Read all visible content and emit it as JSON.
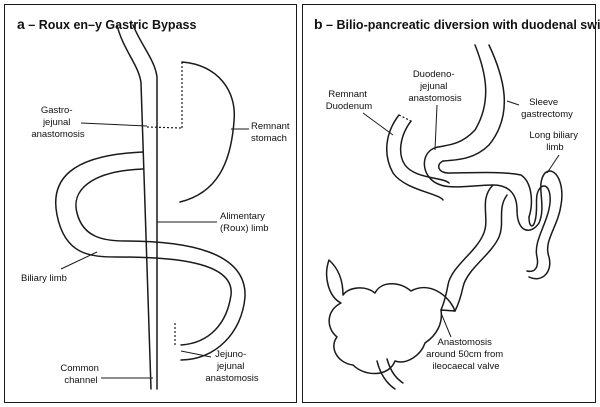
{
  "panels": [
    {
      "letter": "a",
      "title": "Roux en–y Gastric Bypass",
      "labels": {
        "gastrojejunal": [
          "Gastro-",
          "jejunal",
          "anastomosis"
        ],
        "remnant_stomach": [
          "Remnant",
          "stomach"
        ],
        "alimentary_limb": [
          "Alimentary",
          "(Roux) limb"
        ],
        "biliary_limb": [
          "Biliary limb"
        ],
        "common_channel": [
          "Common",
          "channel"
        ],
        "jejunojejunal": [
          "Jejuno-",
          "jejunal",
          "anastomosis"
        ]
      }
    },
    {
      "letter": "b",
      "title": "Bilio-pancreatic diversion with duodenal switch",
      "labels": {
        "remnant_duodenum": [
          "Remnant",
          "Duodenum"
        ],
        "duodenojejunal": [
          "Duodeno-",
          "jejunal",
          "anastomosis"
        ],
        "sleeve_gastrectomy": [
          "Sleeve",
          "gastrectomy"
        ],
        "long_biliary_limb": [
          "Long biliary",
          "limb"
        ],
        "ileal_anastomosis": [
          "Anastomosis",
          "around 50cm from",
          "ileocaecal valve"
        ]
      }
    }
  ]
}
